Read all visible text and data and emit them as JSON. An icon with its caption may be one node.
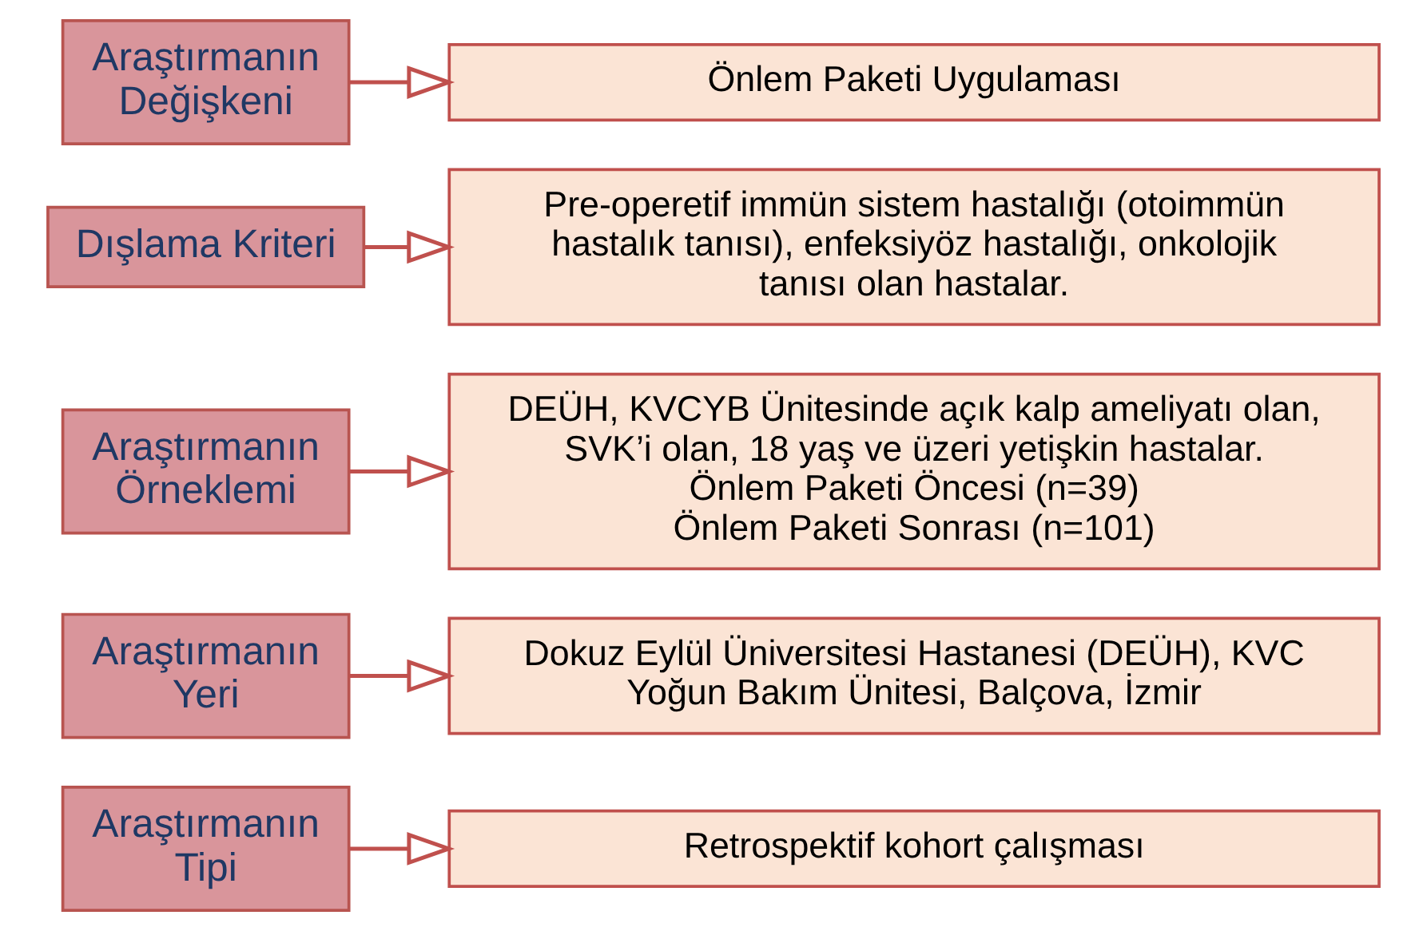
{
  "diagram": {
    "nodes": [
      {
        "text": [
          "Araştırmanın Tipi"
        ]
      },
      {
        "text": [
          "Retrospektif kohort çalışması"
        ]
      },
      {
        "text": [
          "Araştırmanın Yeri"
        ]
      },
      {
        "text": [
          "Dokuz Eylül Üniversitesi Hastanesi (DEÜH), KVC Yoğun Bakım Ünitesi, Balçova, İzmir"
        ]
      },
      {
        "text": [
          "Araştırmanın Örneklemi"
        ]
      },
      {
        "text": [
          "DEÜH, KVCYB Ünitesinde açık kalp ameliyatı olan, SVK’i olan, 18 yaş ve üzeri yetişkin hastalar.",
          "Önlem Paketi Öncesi (n=39)",
          "Önlem Paketi Sonrası (n=101)"
        ]
      },
      {
        "text": [
          "Dışlama Kriteri"
        ]
      },
      {
        "text": [
          "Pre-operetif immün sistem hastalığı (otoimmün hastalık tanısı), enfeksiyöz hastalığı, onkolojik tanısı olan hastalar."
        ]
      },
      {
        "text": [
          "Araştırmanın Değişkeni"
        ]
      },
      {
        "text": [
          "Önlem Paketi Uygulaması"
        ]
      }
    ],
    "edges": [
      {
        "from": 0,
        "to": 1,
        "arrow": "to"
      },
      {
        "from": 2,
        "to": 3,
        "arrow": "to"
      },
      {
        "from": 4,
        "to": 5,
        "arrow": "to"
      },
      {
        "from": 6,
        "to": 7,
        "arrow": "to"
      },
      {
        "from": 8,
        "to": 9,
        "arrow": "to"
      }
    ]
  }
}
